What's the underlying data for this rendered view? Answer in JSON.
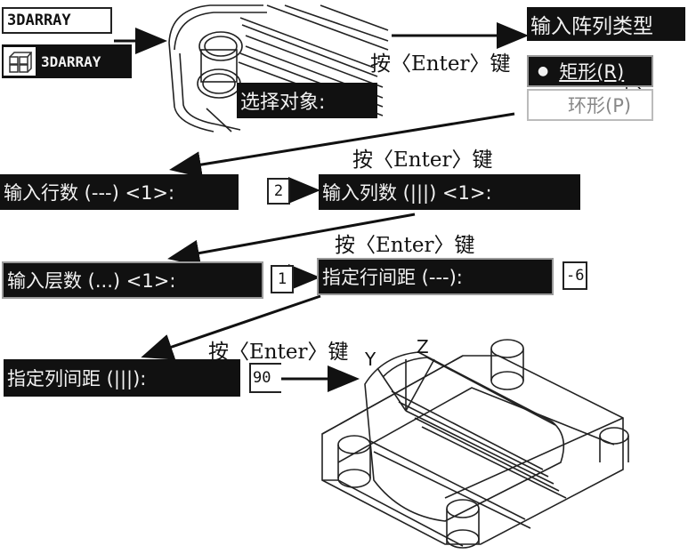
{
  "command": {
    "box_text": "3DARRAY",
    "toolbar_text": "3DARRAY",
    "icon": "3d-array-icon"
  },
  "prompts": {
    "select_objects": "选择对象:",
    "array_type": "输入阵列类型",
    "rows": "输入行数 (---) <1>:",
    "cols": "输入列数 (|||) <1>:",
    "levels": "输入层数 (...) <1>:",
    "row_spacing": "指定行间距 (---):",
    "col_spacing": "指定列间距 (|||):"
  },
  "options": {
    "rectangular": "矩形(R)",
    "polar": "环形(P)"
  },
  "inputs": {
    "rows": "2",
    "cols": "1",
    "row_spacing": "-6",
    "col_spacing": "90"
  },
  "labels": {
    "enter1": "按〈Enter〉键",
    "enter2": "按〈Enter〉键",
    "enter3": "按〈Enter〉键",
    "enter4": "按〈Enter〉键"
  },
  "axes": {
    "y": "Y",
    "z": "Z"
  },
  "colors": {
    "prompt_bg": "#111111",
    "prompt_text": "#f2f2f2"
  }
}
